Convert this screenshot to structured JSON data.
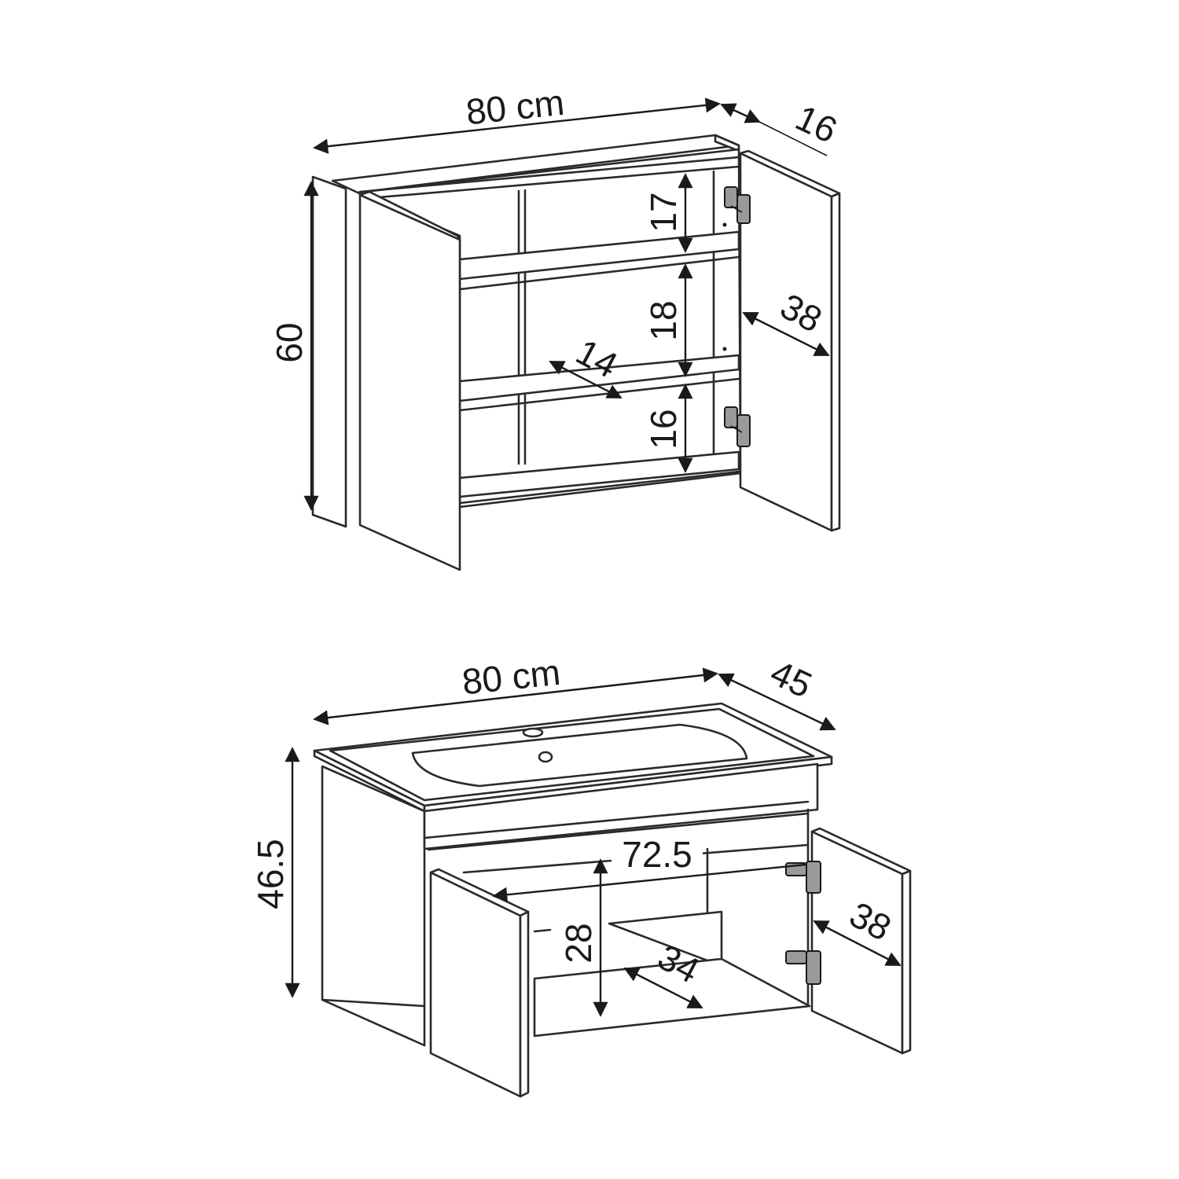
{
  "mirror_cabinet": {
    "width_label": "80 cm",
    "depth_label": "16",
    "height_label": "60",
    "shelf_top_label": "17",
    "shelf_middle_label": "18",
    "shelf_bottom_label": "16",
    "shelf_depth_label": "14",
    "door_width_label": "38"
  },
  "vanity_unit": {
    "width_label": "80 cm",
    "depth_label": "45",
    "height_label": "46.5",
    "inner_width_label": "72.5",
    "inner_height_label": "28",
    "inner_depth_label": "34",
    "door_width_label": "38"
  },
  "colors": {
    "line": "#2a2a2a",
    "hinge": "#9a9a9a",
    "background": "#ffffff"
  }
}
